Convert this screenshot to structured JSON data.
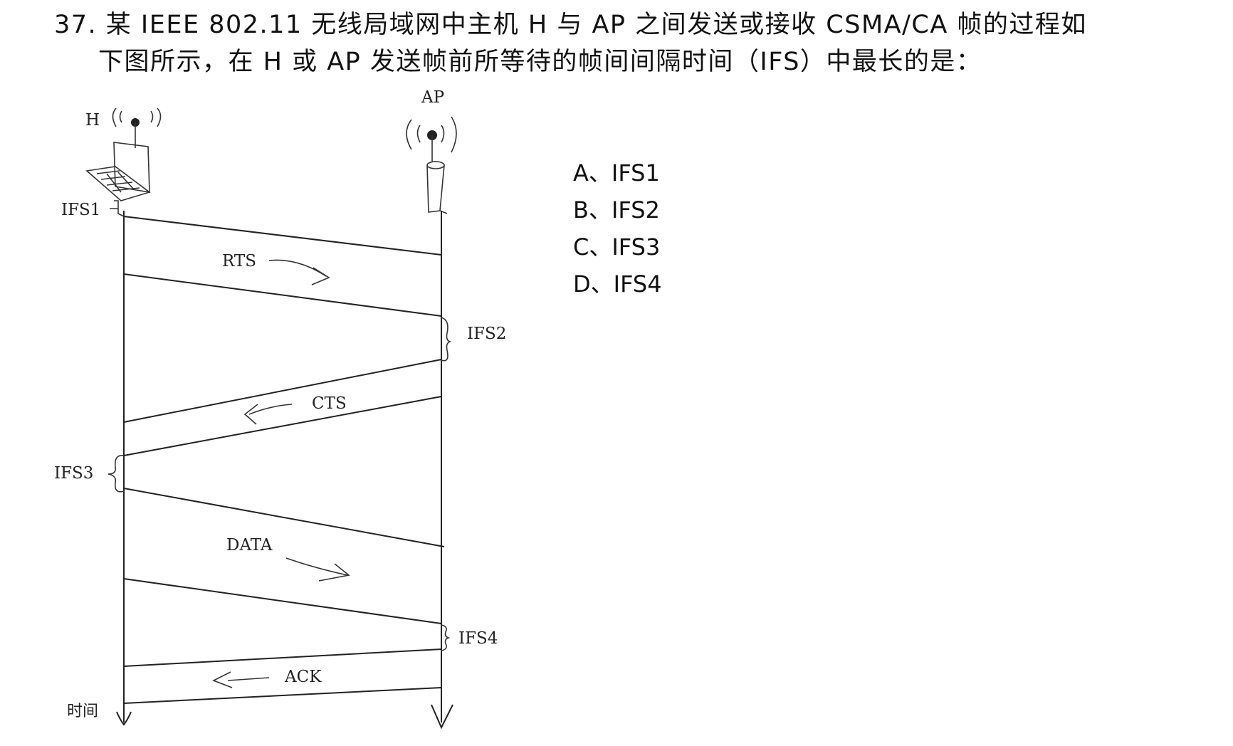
{
  "question": {
    "line1": "37. 某 IEEE 802.11 无线局域网中主机 H 与 AP 之间发送或接收 CSMA/CA 帧的过程如",
    "line2": "下图所示，在 H 或 AP 发送帧前所等待的帧间间隔时间（IFS）中最长的是："
  },
  "options": [
    "A、IFS1",
    "B、IFS2",
    "C、IFS3",
    "D、IFS4"
  ],
  "diagram": {
    "host_label": "H",
    "ap_label": "AP",
    "frames": [
      "RTS",
      "CTS",
      "DATA",
      "ACK"
    ],
    "ifs_labels": [
      "IFS1",
      "IFS2",
      "IFS3",
      "IFS4"
    ],
    "time_label": "时间"
  }
}
